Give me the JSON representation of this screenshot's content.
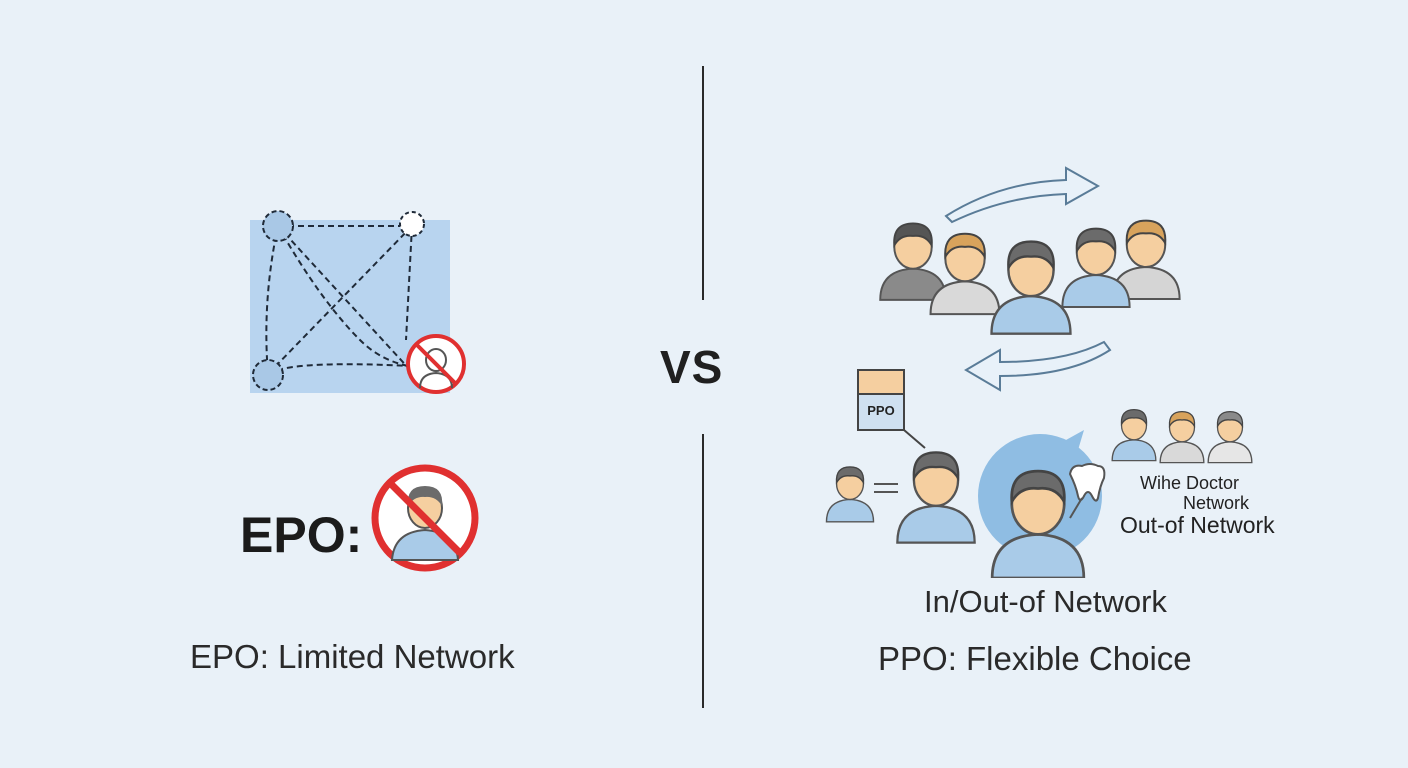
{
  "center": {
    "vs_label": "VS"
  },
  "left": {
    "heading": "EPO:",
    "caption": "EPO: Limited Network"
  },
  "right": {
    "form_label": "PPO",
    "network_note_line1": "Wihe Doctor",
    "network_note_line2": "Network",
    "network_note_line3": "Out-of Network",
    "inout_caption": "In/Out-of Network",
    "caption": "PPO: Flexible Choice"
  },
  "colors": {
    "background": "#e9f1f8",
    "network_box": "#b8d4ef",
    "prohibited_red": "#e03030",
    "skin": "#f5cfa0",
    "hair": "#6b6b6b",
    "scrub_blue": "#a9cbe8",
    "highlight_circle": "#8fbde3"
  },
  "icons": [
    "network-map-icon",
    "no-doctor-icon",
    "doctor-group-icon",
    "arrow-right-icon",
    "arrow-left-icon",
    "ppo-card-icon",
    "tooth-icon"
  ]
}
